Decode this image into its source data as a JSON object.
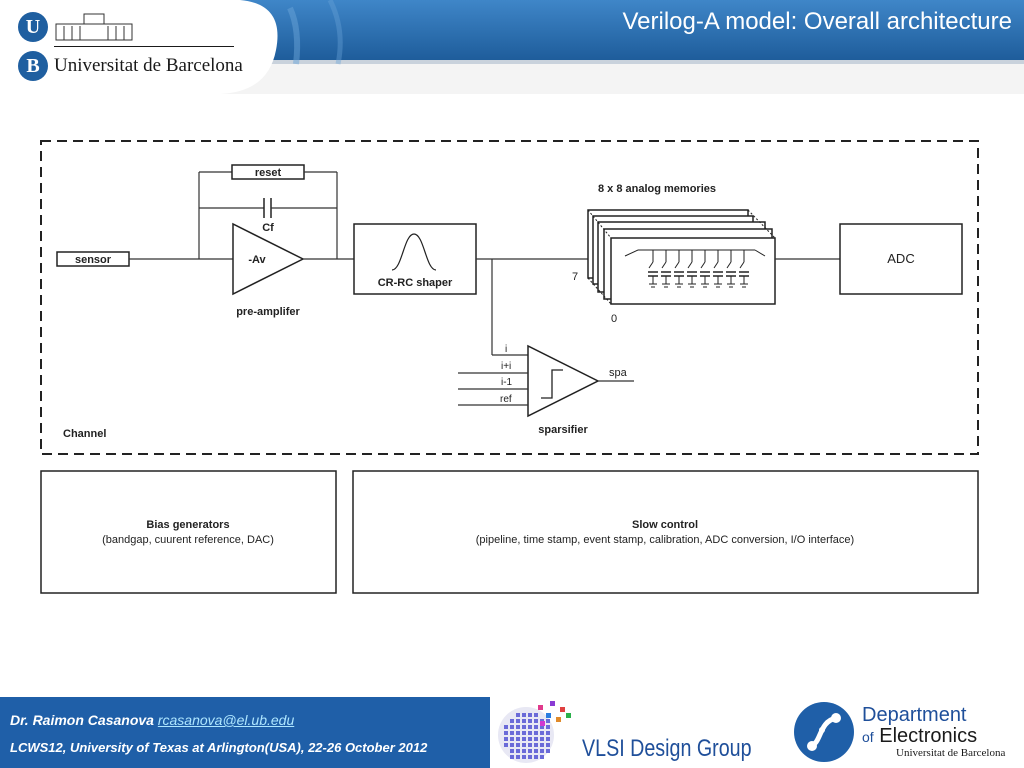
{
  "header": {
    "title": "Verilog-A model: Overall architecture",
    "university": "Universitat de Barcelona",
    "logo_letters": [
      "U",
      "B"
    ]
  },
  "diagram": {
    "channel_label": "Channel",
    "sensor_label": "sensor",
    "reset_label": "reset",
    "cf_label": "Cf",
    "amp_label": "-Av",
    "preamp_label": "pre-amplifer",
    "shaper_label": "CR-RC shaper",
    "memories_title": "8 x 8 analog memories",
    "mem_index_top": "7",
    "mem_index_bottom": "0",
    "adc_label": "ADC",
    "sparsifier_inputs": [
      "i",
      "i+i",
      "i-1",
      "ref"
    ],
    "sparsifier_output": "spa",
    "sparsifier_label": "sparsifier",
    "bias": {
      "title": "Bias generators",
      "subtitle": "(bandgap, cuurent reference, DAC)"
    },
    "slow": {
      "title": "Slow control",
      "subtitle": "(pipeline, time stamp, event stamp, calibration, ADC conversion, I/O interface)"
    }
  },
  "footer": {
    "author": "Dr. Raimon Casanova",
    "email": "rcasanova@el.ub.edu",
    "conference": "LCWS12, University of Texas at Arlington(USA), 22-26 October 2012",
    "vlsi": "VLSI Design Group",
    "dept_line1": "Department",
    "dept_of": "of",
    "dept_line2": "Electronics",
    "dept_univ": "Universitat de Barcelona"
  },
  "colors": {
    "header_blue": "#1f5fa0",
    "footer_blue": "#1f5fa8",
    "email": "#aee6ff"
  }
}
